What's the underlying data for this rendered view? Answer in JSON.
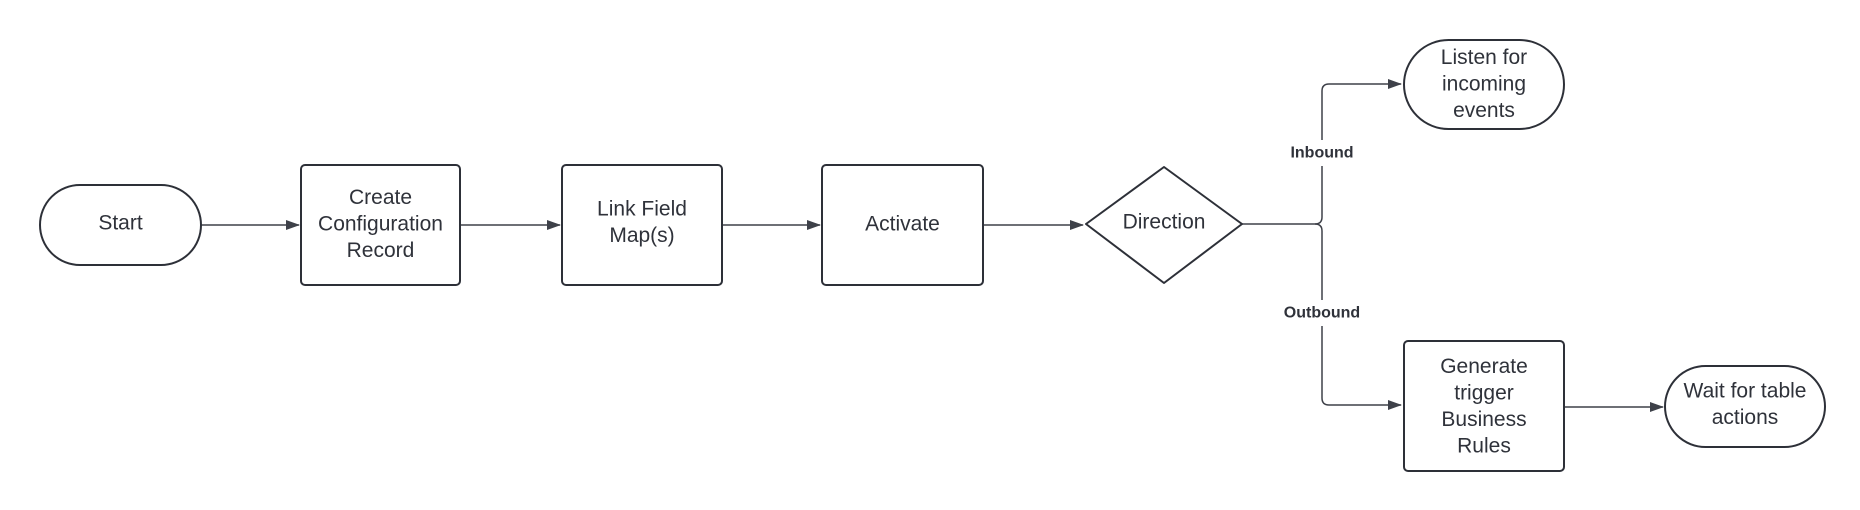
{
  "colors": {
    "stroke": "#2d3038",
    "edge": "#3e4149",
    "text": "#2f323a",
    "background": "#ffffff"
  },
  "nodes": {
    "start": {
      "shape": "terminator",
      "lines": [
        "Start"
      ]
    },
    "create": {
      "shape": "process",
      "lines": [
        "Create",
        "Configuration",
        "Record"
      ]
    },
    "link": {
      "shape": "process",
      "lines": [
        "Link Field",
        "Map(s)"
      ]
    },
    "activate": {
      "shape": "process",
      "lines": [
        "Activate"
      ]
    },
    "direction": {
      "shape": "decision",
      "lines": [
        "Direction"
      ]
    },
    "listen": {
      "shape": "terminator",
      "lines": [
        "Listen for",
        "incoming",
        "events"
      ]
    },
    "generate": {
      "shape": "process",
      "lines": [
        "Generate",
        "trigger",
        "Business",
        "Rules"
      ]
    },
    "wait": {
      "shape": "terminator",
      "lines": [
        "Wait for table",
        "actions"
      ]
    }
  },
  "edges": {
    "inbound_label": "Inbound",
    "outbound_label": "Outbound"
  }
}
